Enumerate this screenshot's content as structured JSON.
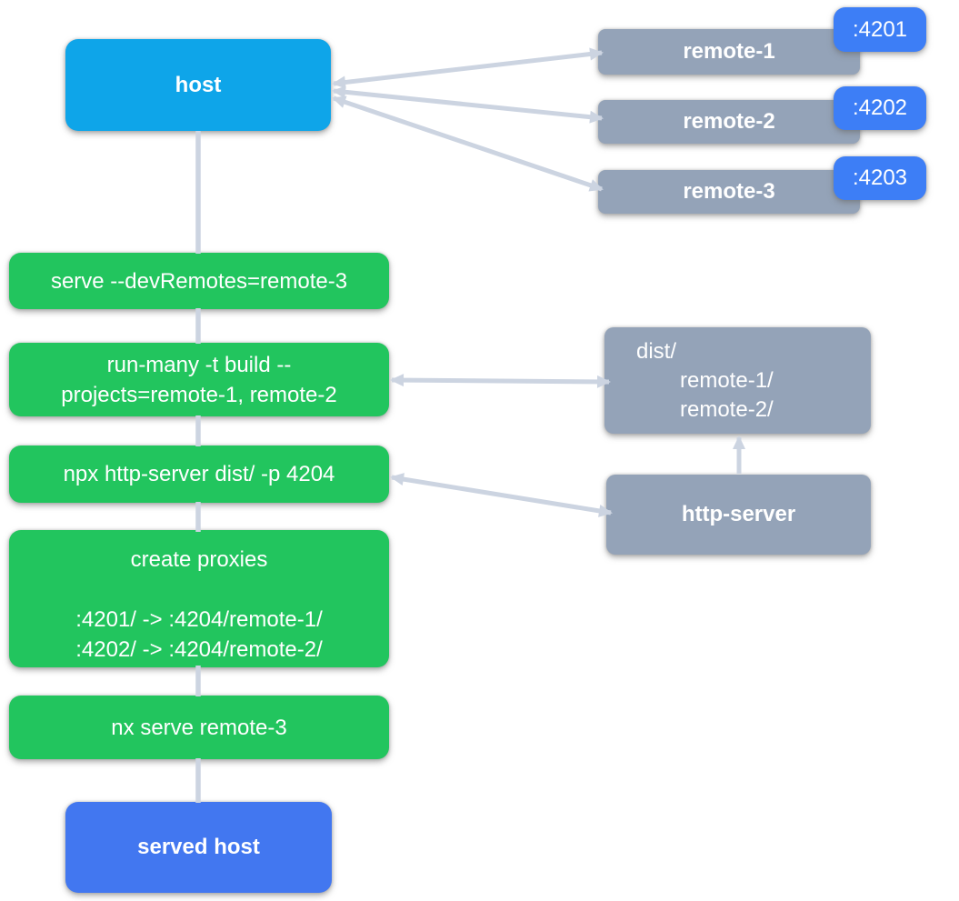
{
  "nodes": {
    "host": {
      "label": "host"
    },
    "remotes": [
      {
        "label": "remote-1",
        "port": ":4201"
      },
      {
        "label": "remote-2",
        "port": ":4202"
      },
      {
        "label": "remote-3",
        "port": ":4203"
      }
    ],
    "commands": [
      {
        "label": "serve --devRemotes=remote-3"
      },
      {
        "label": "run-many -t build --\nprojects=remote-1, remote-2"
      },
      {
        "label": "npx http-server dist/ -p 4204"
      },
      {
        "title": "create proxies",
        "lines": [
          ":4201/ -> :4204/remote-1/",
          ":4202/ -> :4204/remote-2/"
        ]
      },
      {
        "label": "nx serve remote-3"
      }
    ],
    "dist": {
      "title": "dist/",
      "entries": [
        "remote-1/",
        "remote-2/"
      ]
    },
    "http_server": {
      "label": "http-server"
    },
    "served_host": {
      "label": "served host"
    }
  },
  "colors": {
    "host_cyan": "#0ea5e9",
    "command_green": "#22c55e",
    "remote_slate": "#94a3b8",
    "port_blue": "#3d7ef6",
    "served_host_blue": "#4277f0",
    "connector_gray": "#ccd4e1"
  }
}
